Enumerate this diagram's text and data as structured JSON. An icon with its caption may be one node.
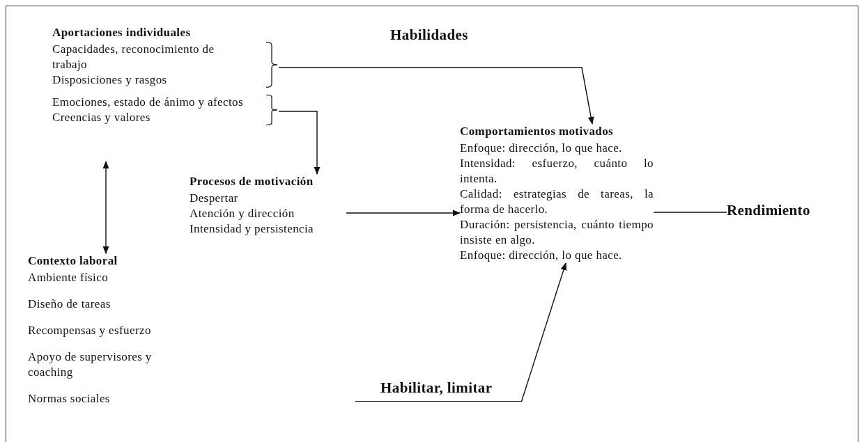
{
  "diagram": {
    "nodes": [
      {
        "text": [
          "Aportaciones individuales"
        ]
      },
      {
        "text": [
          "Capacidades, reconocimiento de trabajo",
          "Disposiciones y rasgos"
        ],
        "in": 0
      },
      {
        "text": [
          "Emociones, estado de ánimo y afectos",
          "Creencias y valores"
        ],
        "in": 0
      },
      {
        "text": [
          "Procesos de motivación",
          "Despertar",
          "Atención y dirección",
          "Intensidad y persistencia"
        ]
      },
      {
        "text": [
          "Contexto laboral",
          "Ambiente físico",
          "Diseño de tareas",
          "Recompensas y esfuerzo",
          "Apoyo de supervisores y coaching",
          "Normas sociales"
        ]
      },
      {
        "text": [
          "Comportamientos motivados",
          "Enfoque: dirección, lo que hace.",
          "Intensidad: esfuerzo, cuánto lo intenta.",
          "Calidad: estrategias de tareas, la forma de hacerlo.",
          "Duración: persistencia, cuánto tiempo insiste en algo.",
          "Enfoque: dirección, lo que hace."
        ]
      },
      {
        "text": [
          "Rendimiento"
        ]
      },
      {
        "text": [
          "Habilitar, limitar"
        ]
      }
    ],
    "edges": [
      {
        "from": 1,
        "to": 5,
        "arrow": "to"
      },
      {
        "from": 2,
        "to": 3,
        "arrow": "to"
      },
      {
        "from": 0,
        "to": 4,
        "arrow": "both"
      },
      {
        "from": 3,
        "to": 5,
        "arrow": "to"
      },
      {
        "from": 5,
        "to": 6,
        "arrow": "none"
      },
      {
        "from": 7,
        "to": 5,
        "arrow": "to"
      }
    ],
    "labels": [
      "Habilidades"
    ]
  }
}
